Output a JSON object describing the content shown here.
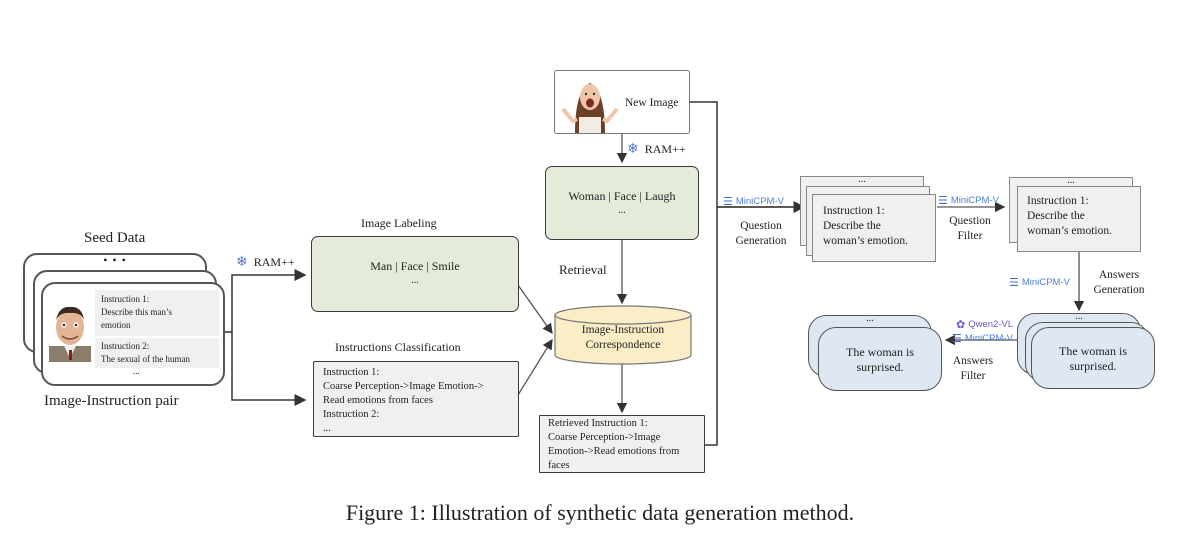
{
  "caption": "Figure 1: Illustration of synthetic data generation method.",
  "seed_data": {
    "title": "Seed Data",
    "stack_dots": "• • •",
    "instructions": [
      {
        "label": "Instruction 1:",
        "text_lines": [
          "Describe this man’s",
          "emotion"
        ]
      },
      {
        "label": "Instruction 2:",
        "text_lines": [
          "The sexual of the human"
        ]
      }
    ],
    "bottom_dots": "...",
    "footer": "Image-Instruction pair"
  },
  "ram_left": {
    "label": "RAM++",
    "icon": "snowflake-icon"
  },
  "image_labeling": {
    "title": "Image Labeling",
    "tags": "Man | Face | Smile",
    "dots": "..."
  },
  "instructions_classification": {
    "title": "Instructions Classification",
    "lines": [
      "Instruction 1:",
      "Coarse Perception->Image Emotion->",
      "Read emotions from faces",
      "Instruction 2:",
      "..."
    ]
  },
  "new_image": {
    "label": "New Image"
  },
  "ram_top": {
    "label": "RAM++",
    "icon": "snowflake-icon"
  },
  "new_image_labels": {
    "tags": "Woman | Face | Laugh",
    "dots": "..."
  },
  "retrieval": {
    "label": "Retrieval"
  },
  "correspondence": {
    "lines": [
      "Image-Instruction",
      "Correspondence"
    ]
  },
  "retrieved": {
    "lines": [
      "Retrieved Instruction 1:",
      "Coarse Perception->Image",
      "Emotion->Read emotions from",
      "faces"
    ]
  },
  "question_generation": {
    "model": "MiniCPM-V",
    "label_lines": [
      "Question",
      "Generation"
    ]
  },
  "generated_questions": {
    "dots": "...",
    "lines": [
      "Instruction 1:",
      "Describe the",
      "woman’s emotion."
    ]
  },
  "question_filter": {
    "model": "MiniCPM-V",
    "label_lines": [
      "Question",
      "Filter"
    ]
  },
  "filtered_questions": {
    "dots": "...",
    "lines": [
      "Instruction 1:",
      "Describe the",
      "woman’s emotion."
    ]
  },
  "answers_generation": {
    "model": "MiniCPM-V",
    "label_lines": [
      "Answers",
      "Generation"
    ]
  },
  "generated_answers": {
    "dots": "...",
    "lines": [
      "The woman is",
      "surprised."
    ]
  },
  "answers_filter": {
    "models": [
      "Qwen2-VL",
      "MiniCPM-V"
    ],
    "label_lines": [
      "Answers",
      "Filter"
    ]
  },
  "final_answers": {
    "dots": "...",
    "lines": [
      "The woman is",
      "surprised."
    ]
  }
}
